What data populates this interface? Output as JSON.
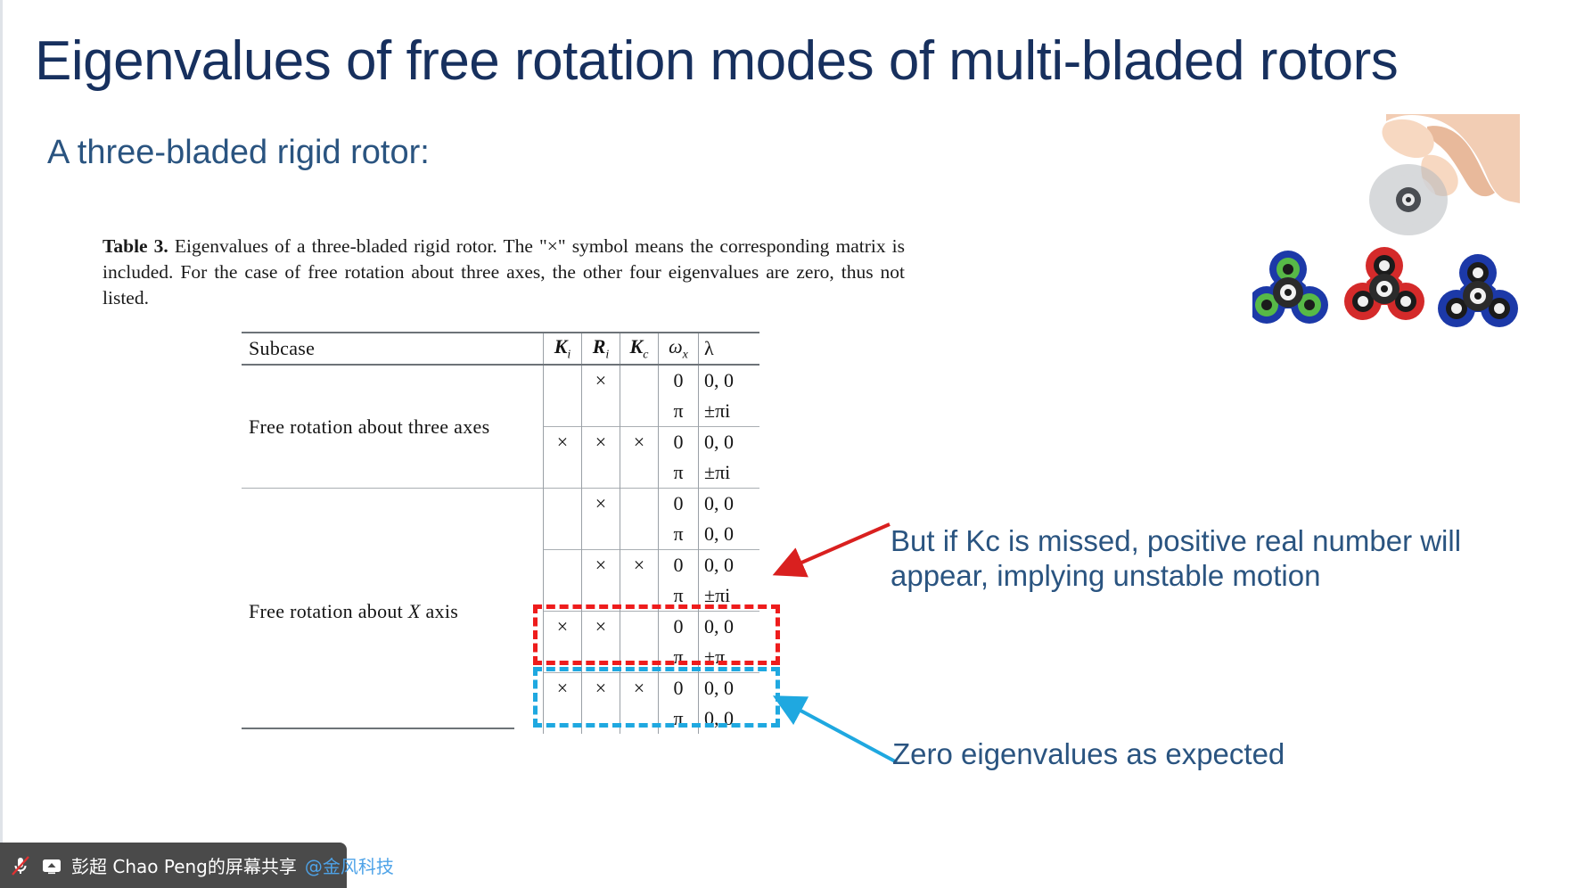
{
  "slide": {
    "title": "Eigenvalues of free rotation modes of multi-bladed rotors",
    "subtitle": "A three-bladed rigid rotor:",
    "title_color": "#17305e",
    "subtitle_color": "#2a5480"
  },
  "table_caption": {
    "label": "Table 3.",
    "text": " Eigenvalues of a three-bladed rigid rotor. The \"×\" symbol means the corresponding matrix is included. For the case of free rotation about three axes, the other four eigenvalues are zero, thus not listed."
  },
  "table": {
    "headers": [
      "Subcase",
      "Ki",
      "Ri",
      "Kc",
      "ωx",
      "λ"
    ],
    "header_display": {
      "subcase": "Subcase",
      "ki_main": "K",
      "ki_sub": "i",
      "ri_main": "R",
      "ri_sub": "i",
      "kc_main": "K",
      "kc_sub": "c",
      "omega_main": "ω",
      "omega_sub": "x",
      "lambda": "λ"
    },
    "mark_symbol": "×",
    "groups": [
      {
        "subcase": "Free rotation about three axes",
        "blocks": [
          {
            "Ki": "",
            "Ri": "×",
            "Kc": "",
            "rows": [
              {
                "omega": "0",
                "lambda": "0, 0"
              },
              {
                "omega": "π",
                "lambda": "±πi"
              }
            ]
          },
          {
            "Ki": "×",
            "Ri": "×",
            "Kc": "×",
            "rows": [
              {
                "omega": "0",
                "lambda": "0, 0"
              },
              {
                "omega": "π",
                "lambda": "±πi"
              }
            ]
          }
        ]
      },
      {
        "subcase": "Free rotation about X axis",
        "blocks": [
          {
            "Ki": "",
            "Ri": "×",
            "Kc": "",
            "rows": [
              {
                "omega": "0",
                "lambda": "0, 0"
              },
              {
                "omega": "π",
                "lambda": "0, 0"
              }
            ]
          },
          {
            "Ki": "",
            "Ri": "×",
            "Kc": "×",
            "rows": [
              {
                "omega": "0",
                "lambda": "0, 0"
              },
              {
                "omega": "π",
                "lambda": "±πi"
              }
            ]
          },
          {
            "Ki": "×",
            "Ri": "×",
            "Kc": "",
            "highlight": "red",
            "rows": [
              {
                "omega": "0",
                "lambda": "0, 0"
              },
              {
                "omega": "π",
                "lambda": "±π"
              }
            ]
          },
          {
            "Ki": "×",
            "Ri": "×",
            "Kc": "×",
            "highlight": "blue",
            "rows": [
              {
                "omega": "0",
                "lambda": "0, 0"
              },
              {
                "omega": "π",
                "lambda": "0, 0"
              }
            ]
          }
        ]
      }
    ],
    "subcase_x_italic": "X"
  },
  "annotations": [
    {
      "id": "red",
      "text": "But if Kc is missed, positive real number will appear, implying unstable motion",
      "color": "#2a5480",
      "arrow_color": "#d9201f"
    },
    {
      "id": "blue",
      "text": "Zero eigenvalues as expected",
      "color": "#2a5480",
      "arrow_color": "#1fa8e0"
    }
  ],
  "highlight_colors": {
    "red_box": "#ee1c1c",
    "blue_box": "#1fa8e0"
  },
  "taskbar": {
    "mute_icon": "microphone-muted-icon",
    "share_icon": "screen-share-icon",
    "text": "彭超 Chao Peng的屏幕共享",
    "org": "@金风科技"
  }
}
